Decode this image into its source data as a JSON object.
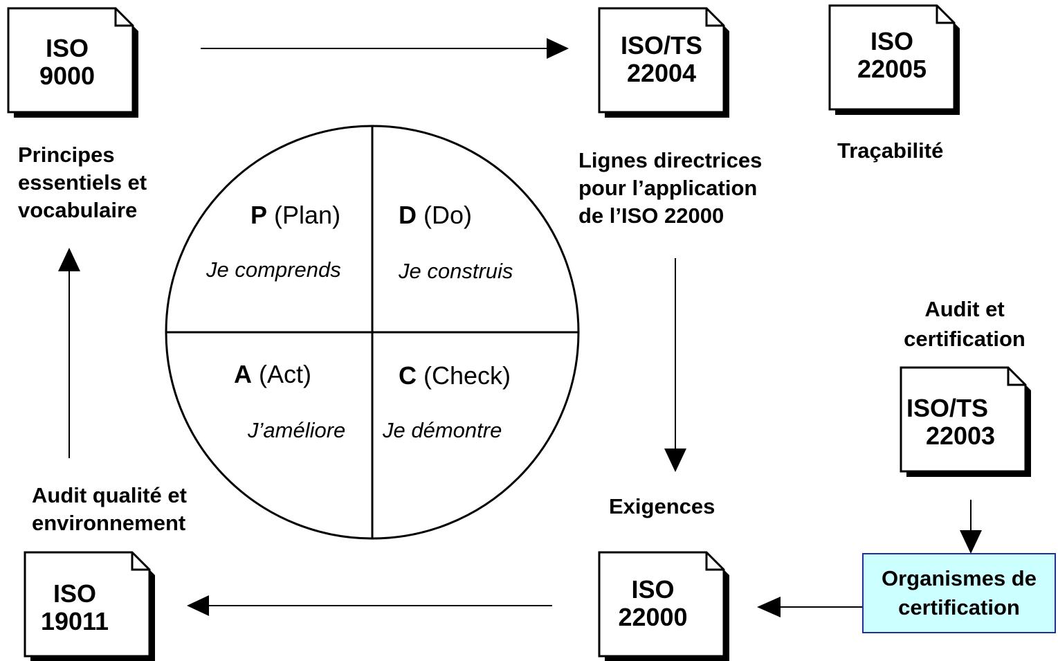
{
  "documents": [
    {
      "id": "iso9000",
      "line1": "ISO",
      "line2": "9000"
    },
    {
      "id": "iso22004",
      "line1": "ISO/TS",
      "line2": "22004"
    },
    {
      "id": "iso22005",
      "line1": "ISO",
      "line2": "22005"
    },
    {
      "id": "iso22003",
      "line1": "ISO/TS",
      "line2": "22003"
    },
    {
      "id": "iso22000",
      "line1": "ISO",
      "line2": "22000"
    },
    {
      "id": "iso19011",
      "line1": "ISO",
      "line2": "19011"
    }
  ],
  "labels": {
    "principes": [
      "Principes",
      "essentiels et",
      "vocabulaire"
    ],
    "lignes": [
      "Lignes directrices",
      "pour l’application",
      "de l’ISO 22000"
    ],
    "tracabilite": "Traçabilité",
    "audit_cert": [
      "Audit et",
      "certification"
    ],
    "exigences": "Exigences",
    "audit_qualite": [
      "Audit qualité et",
      "environnement"
    ]
  },
  "organismes": [
    "Organismes de",
    "certification"
  ],
  "pdca": {
    "plan": {
      "letter": "P",
      "word": "(Plan)",
      "sub": "Je comprends"
    },
    "do": {
      "letter": "D",
      "word": "(Do)",
      "sub": "Je construis"
    },
    "act": {
      "letter": "A",
      "word": "(Act)",
      "sub": "J’améliore"
    },
    "check": {
      "letter": "C",
      "word": "(Check)",
      "sub": "Je démontre"
    }
  },
  "colors": {
    "organismes_fill": "#ccffff",
    "organismes_border": "#1f2fa0"
  }
}
